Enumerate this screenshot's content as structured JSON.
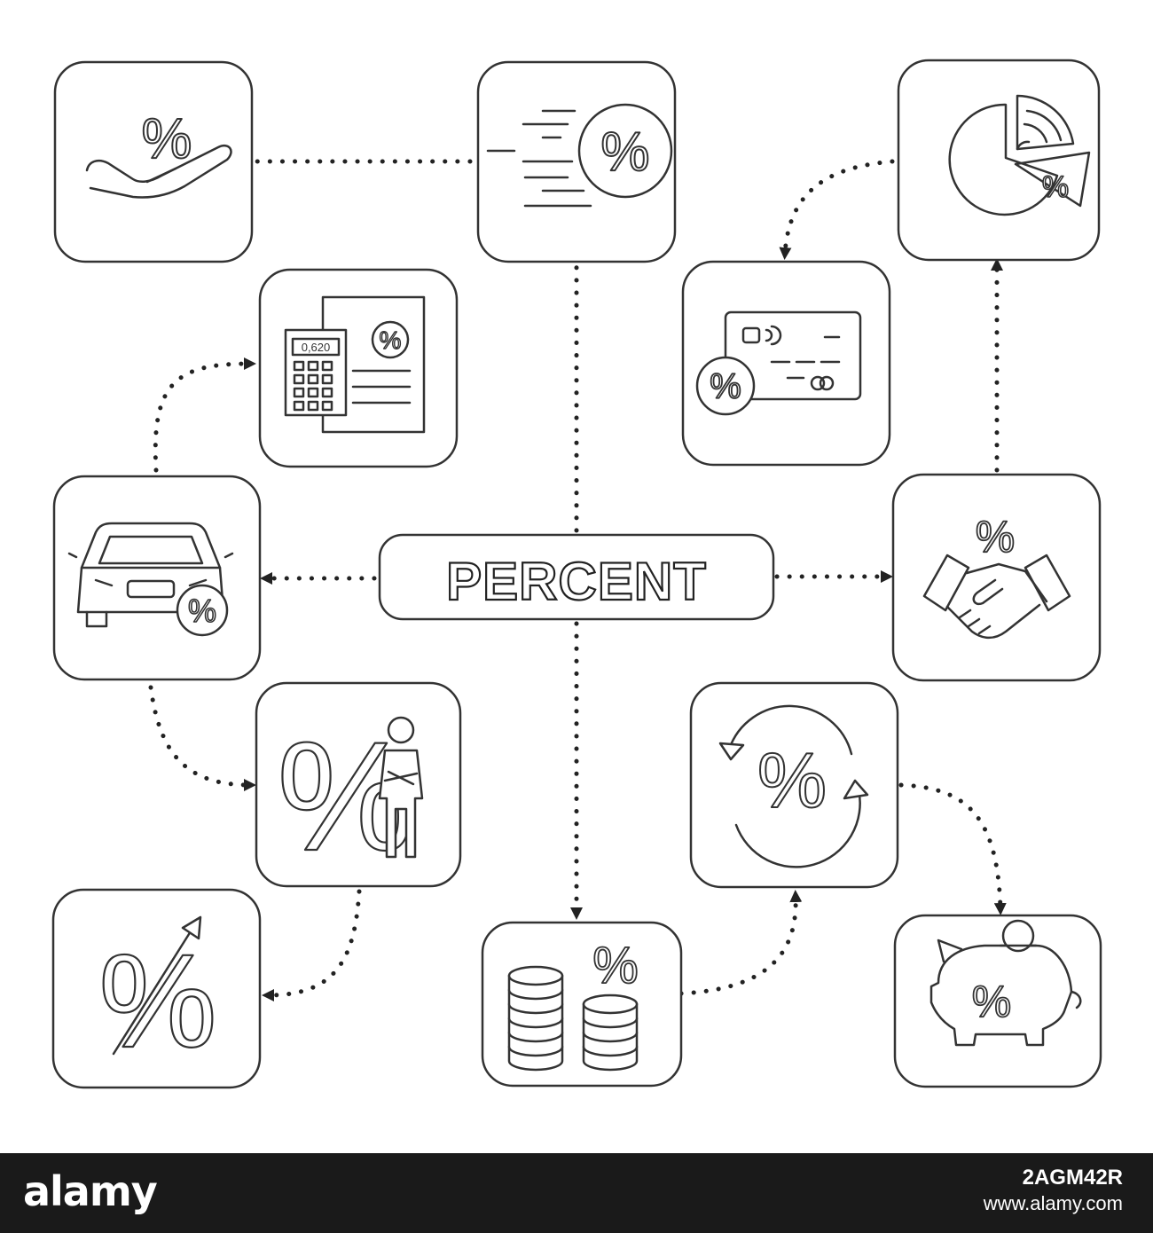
{
  "diagram": {
    "central_label": "PERCENT",
    "calculator_display": "0,620",
    "percent_symbol": "%",
    "nodes": [
      {
        "id": "hand",
        "icon": "hand-percent-icon"
      },
      {
        "id": "speed",
        "icon": "fast-percent-icon"
      },
      {
        "id": "pie",
        "icon": "pie-chart-percent-icon"
      },
      {
        "id": "calc",
        "icon": "calculator-document-percent-icon"
      },
      {
        "id": "card",
        "icon": "credit-card-percent-icon"
      },
      {
        "id": "car",
        "icon": "car-percent-icon"
      },
      {
        "id": "handshake",
        "icon": "handshake-percent-icon"
      },
      {
        "id": "person",
        "icon": "person-percent-icon"
      },
      {
        "id": "cycle",
        "icon": "refresh-percent-icon"
      },
      {
        "id": "growth",
        "icon": "percent-growth-arrow-icon"
      },
      {
        "id": "coins",
        "icon": "coins-percent-icon"
      },
      {
        "id": "piggy",
        "icon": "piggy-bank-percent-icon"
      }
    ],
    "colors": {
      "line": "#333333",
      "connector": "#222222",
      "footer_bg": "#1a1a1a"
    }
  },
  "footer": {
    "brand": "alamy",
    "image_code": "2AGM42R",
    "site": "www.alamy.com"
  }
}
